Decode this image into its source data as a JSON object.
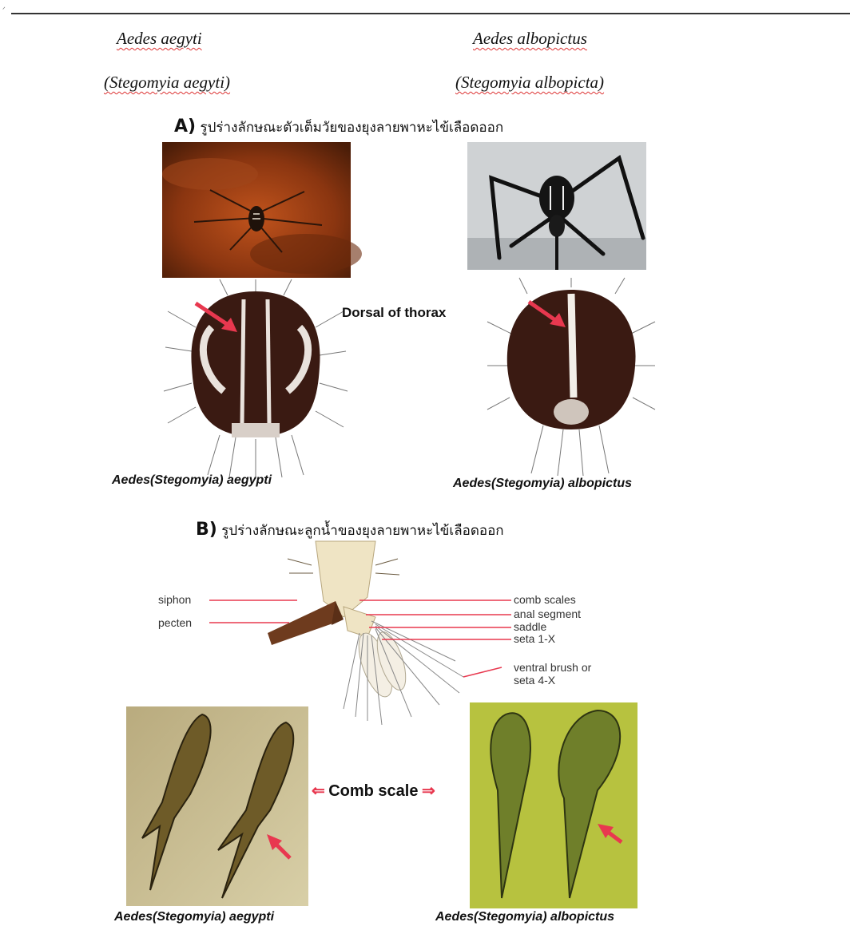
{
  "header": {
    "left_species": "Aedes aegyti",
    "left_synonym": "(Stegomyia aegyti)",
    "right_species": "Aedes albopictus",
    "right_synonym": "(Stegomyia albopicta)"
  },
  "section_a": {
    "letter": "A)",
    "title": "รูปร่างลักษณะตัวเต็มวัยของยุงลายพาหะไข้เลือดออก",
    "thorax_label": "Dorsal of thorax",
    "caption_left": "Aedes(Stegomyia) aegypti",
    "caption_right": "Aedes(Stegomyia) albopictus"
  },
  "section_b": {
    "letter": "B)",
    "title": "รูปร่างลักษณะลูกน้ำของยุงลายพาหะไข้เลือดออก",
    "left_labels": [
      "siphon",
      "pecten"
    ],
    "right_labels": [
      "comb scales",
      "anal segment",
      "saddle",
      "seta 1-X",
      "ventral brush or",
      "seta 4-X"
    ],
    "comb_label": "Comb scale",
    "caption_left": "Aedes(Stegomyia) aegypti",
    "caption_right": "Aedes(Stegomyia) albopictus"
  },
  "colors": {
    "arrow": "#e8384f",
    "rule": "#333333",
    "albopictus_bg": "#b7c23f"
  },
  "icons": [
    "red-arrow-icon",
    "double-arrow-icon"
  ]
}
